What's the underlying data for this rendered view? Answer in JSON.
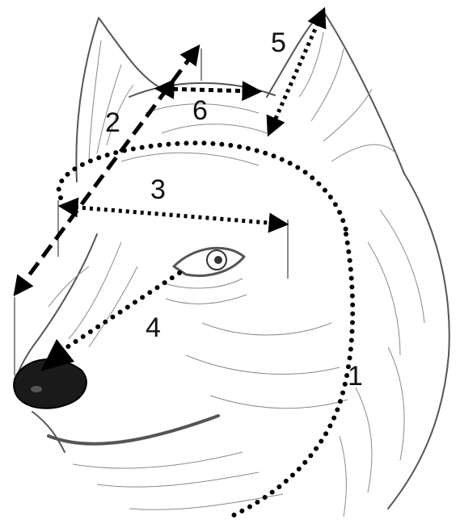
{
  "illustration": {
    "subject": "wolf-head-sketch",
    "measurements": [
      {
        "id": "1",
        "label": "1"
      },
      {
        "id": "2",
        "label": "2"
      },
      {
        "id": "3",
        "label": "3"
      },
      {
        "id": "4",
        "label": "4"
      },
      {
        "id": "5",
        "label": "5"
      },
      {
        "id": "6",
        "label": "6"
      }
    ]
  },
  "colors": {
    "line": "#000000",
    "sketch": "#555555",
    "background": "#ffffff"
  }
}
